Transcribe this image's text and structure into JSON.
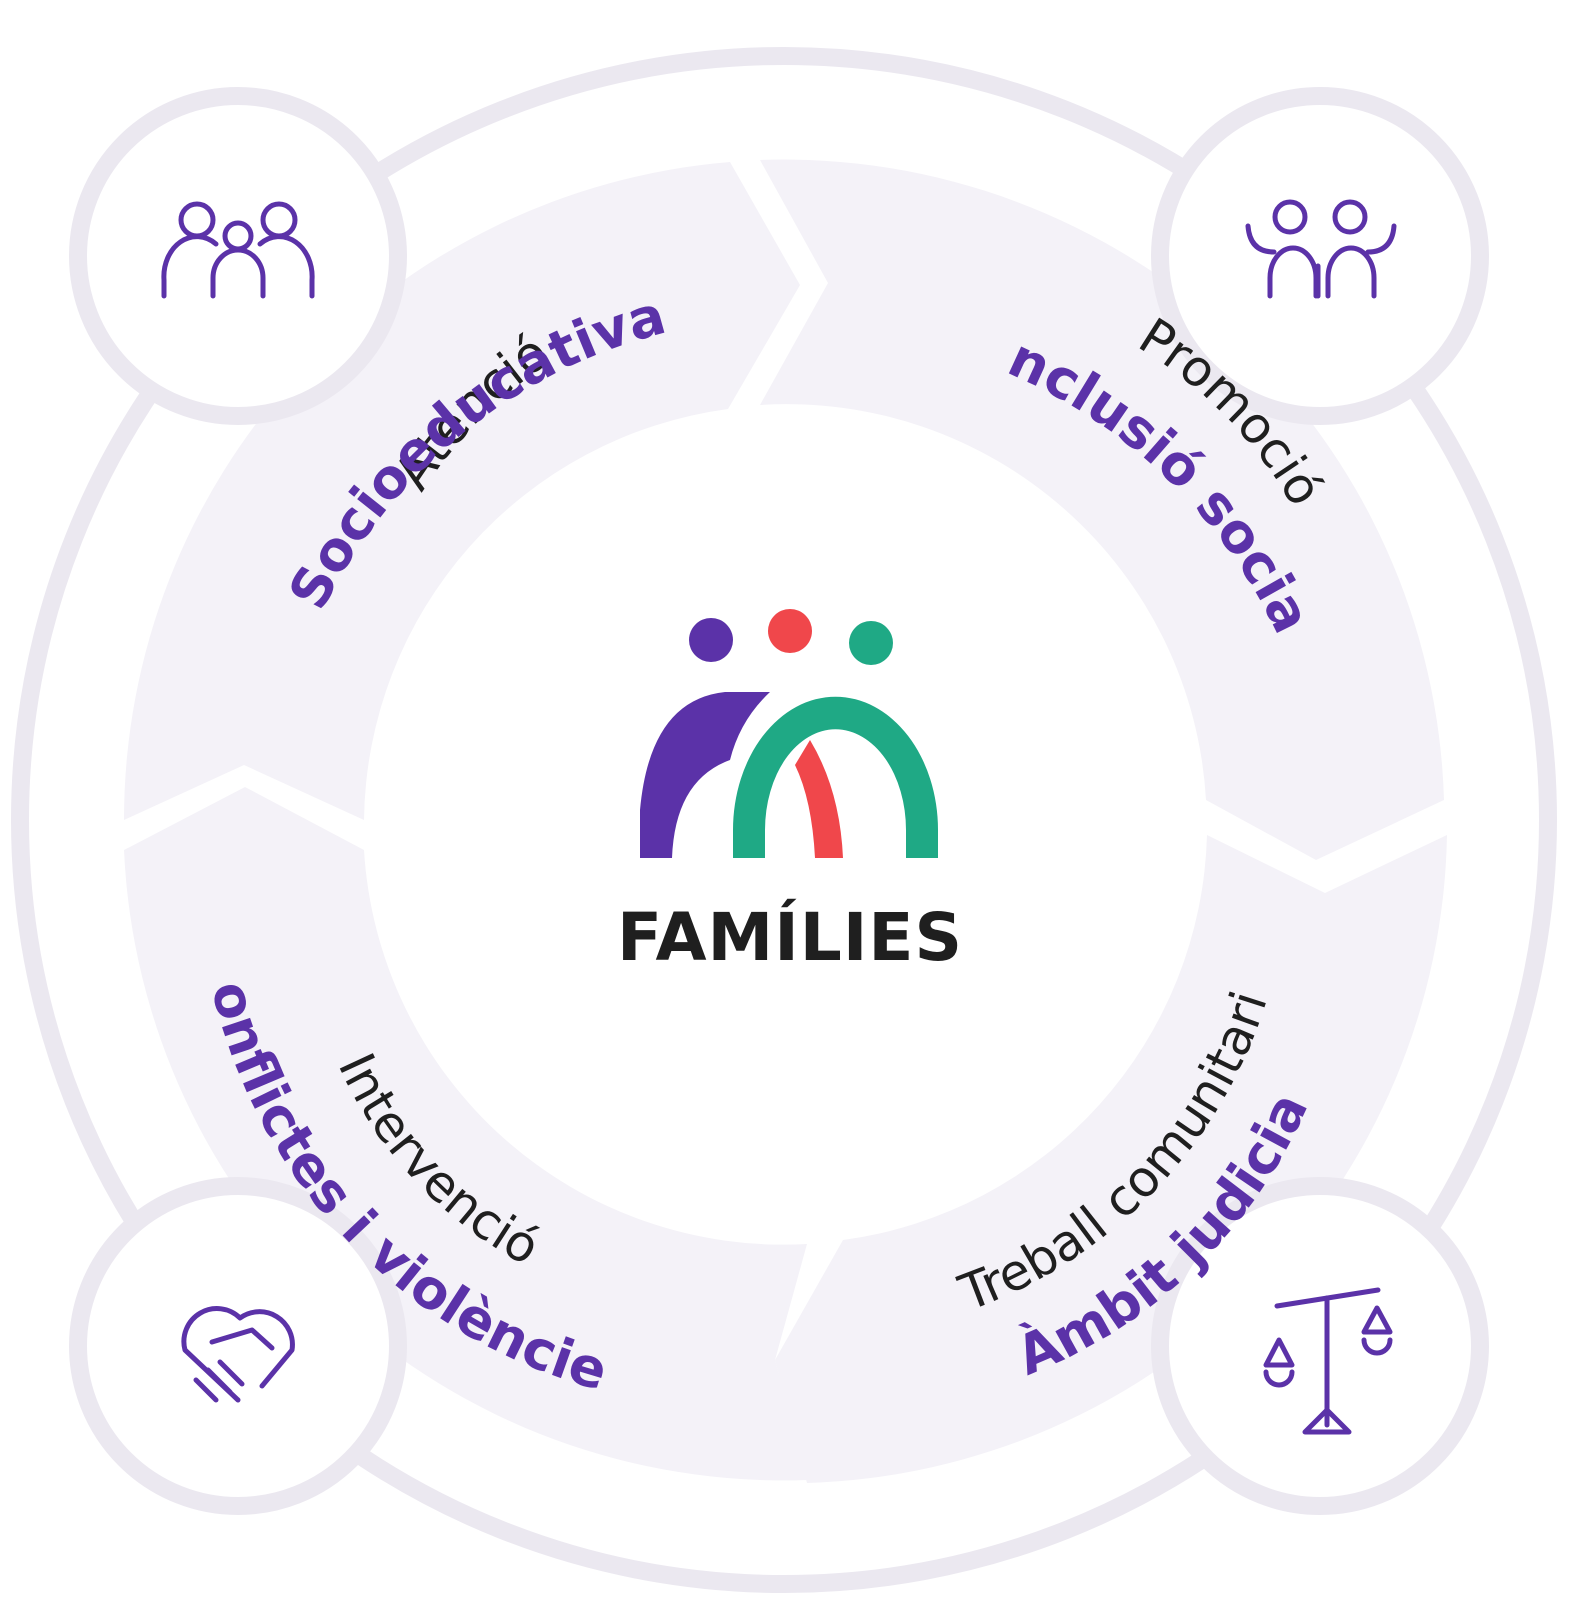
{
  "center": {
    "title": "FAMÍLIES",
    "title_color": "#1f1f1f",
    "logo_colors": {
      "purple": "#5b32a8",
      "red": "#f0474b",
      "green": "#1fa985"
    }
  },
  "colors": {
    "ring": "#ebe8f0",
    "segment_fill": "#f4f2f8",
    "accent": "#5b32a8",
    "text_dark": "#1f1f1f"
  },
  "quadrants": [
    {
      "id": "top-left",
      "title": "Atenció",
      "subtitle": "Socioeducativa",
      "icon": "family-group-icon"
    },
    {
      "id": "top-right",
      "title": "Promoció",
      "subtitle": "Inclusió social",
      "icon": "people-cheering-icon"
    },
    {
      "id": "bottom-left",
      "title": "Intervenció",
      "subtitle": "Conflictes i violències",
      "icon": "handshake-heart-icon"
    },
    {
      "id": "bottom-right",
      "title": "Treball comunitari",
      "subtitle": "Àmbit judicial",
      "icon": "scales-of-justice-icon"
    }
  ]
}
